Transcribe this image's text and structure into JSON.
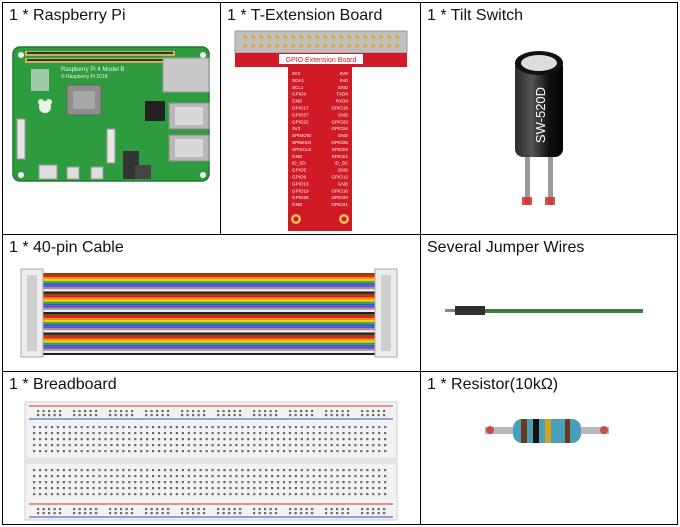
{
  "components": {
    "raspberry_pi": {
      "label": "1 * Raspberry Pi",
      "brand": "Raspberry Pi 4 Model B",
      "copyright": "© Raspberry Pi 2018"
    },
    "t_extension": {
      "label": "1 * T-Extension Board",
      "board_title": "GPIO Extension Board",
      "left_pins": [
        "3V3",
        "SDA1",
        "SCL1",
        "GPIO4",
        "GND",
        "GPIO17",
        "GPIO27",
        "GPIO22",
        "3V3",
        "SPIMOSI",
        "SPIMISO",
        "SPISCLK",
        "GND",
        "ID_SD",
        "GPIO5",
        "GPIO6",
        "GPIO13",
        "GPIO19",
        "GPIO26",
        "GND"
      ],
      "right_pins": [
        "5V0",
        "5V0",
        "GND",
        "TXD0",
        "RXD0",
        "GPIO18",
        "GND",
        "GPIO23",
        "GPIO24",
        "GND",
        "GPIO25",
        "SPICE0",
        "SPICE1",
        "ID_SC",
        "GND",
        "GPIO12",
        "GND",
        "GPIO16",
        "GPIO20",
        "GPIO21"
      ]
    },
    "tilt_switch": {
      "label": "1 * Tilt Switch",
      "model": "SW-520D"
    },
    "cable": {
      "label": "1 * 40-pin Cable"
    },
    "jumper": {
      "label": "Several Jumper Wires"
    },
    "breadboard": {
      "label": "1 * Breadboard"
    },
    "resistor": {
      "label": "1 * Resistor(10kΩ)"
    }
  }
}
